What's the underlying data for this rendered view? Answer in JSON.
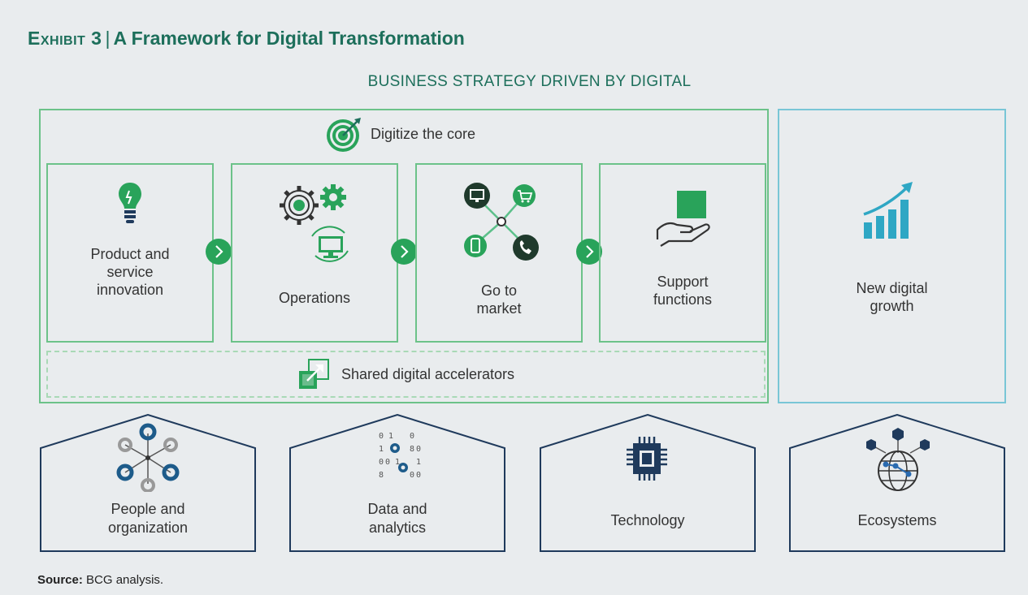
{
  "exhibit": {
    "label": "Exhibit 3",
    "separator": "|",
    "title": "A Framework for Digital Transformation"
  },
  "subtitle": "BUSINESS STRATEGY DRIVEN BY DIGITAL",
  "core": {
    "label": "Digitize the core",
    "cards": [
      {
        "label": "Product and service innovation",
        "icon": "lightbulb-icon"
      },
      {
        "label": "Operations",
        "icon": "gears-monitor-icon"
      },
      {
        "label": "Go to market",
        "icon": "channels-network-icon"
      },
      {
        "label": "Support functions",
        "icon": "hand-box-icon"
      }
    ],
    "accelerators": "Shared digital accelerators"
  },
  "growth": {
    "label": "New digital growth",
    "icon": "growth-chart-icon"
  },
  "enablers": [
    {
      "label": "People and organization",
      "icon": "people-network-icon"
    },
    {
      "label": "Data and analytics",
      "icon": "binary-data-icon"
    },
    {
      "label": "Technology",
      "icon": "chip-icon"
    },
    {
      "label": "Ecosystems",
      "icon": "globe-network-icon"
    }
  ],
  "source": {
    "label": "Source:",
    "text": "BCG analysis."
  },
  "colors": {
    "green": "#29a35a",
    "title": "#1d6f5b",
    "teal": "#2fa7c4",
    "navy": "#1f3a5c",
    "background": "#e9ecee"
  }
}
